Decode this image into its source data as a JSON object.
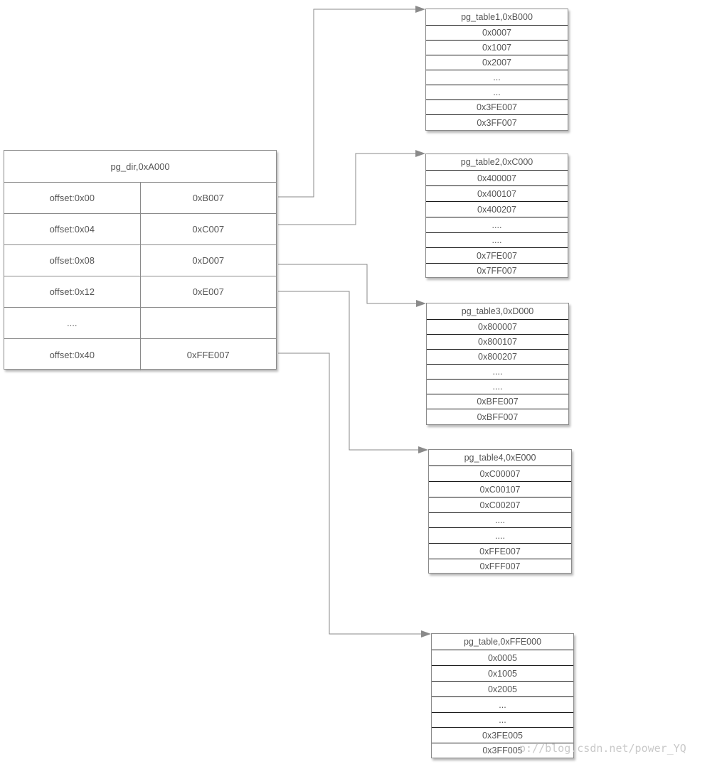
{
  "pg_dir": {
    "title": "pg_dir,0xA000",
    "rows": [
      {
        "offset": "offset:0x00",
        "value": "0xB007"
      },
      {
        "offset": "offset:0x04",
        "value": "0xC007"
      },
      {
        "offset": "offset:0x08",
        "value": "0xD007"
      },
      {
        "offset": "offset:0x12",
        "value": "0xE007"
      },
      {
        "offset": "....",
        "value": ""
      },
      {
        "offset": "offset:0x40",
        "value": "0xFFE007"
      }
    ]
  },
  "tables": [
    {
      "title": "pg_table1,0xB000",
      "entries": [
        "0x0007",
        "0x1007",
        "0x2007",
        "...",
        "...",
        "0x3FE007",
        "0x3FF007"
      ]
    },
    {
      "title": "pg_table2,0xC000",
      "entries": [
        "0x400007",
        "0x400107",
        "0x400207",
        "....",
        "....",
        "0x7FE007",
        "0x7FF007"
      ]
    },
    {
      "title": "pg_table3,0xD000",
      "entries": [
        "0x800007",
        "0x800107",
        "0x800207",
        "....",
        "....",
        "0xBFE007",
        "0xBFF007"
      ]
    },
    {
      "title": "pg_table4,0xE000",
      "entries": [
        "0xC00007",
        "0xC00107",
        "0xC00207",
        "....",
        "....",
        "0xFFE007",
        "0xFFF007"
      ]
    },
    {
      "title": "pg_table,0xFFE000",
      "entries": [
        "0x0005",
        "0x1005",
        "0x2005",
        "...",
        "...",
        "0x3FE005",
        "0x3FF005"
      ]
    }
  ],
  "watermark": "p://blog.csdn.net/power_YQ",
  "colors": {
    "arrow": "#8a8a8a",
    "border": "#8a8a8a",
    "row_divider": "#1a1a1a"
  }
}
